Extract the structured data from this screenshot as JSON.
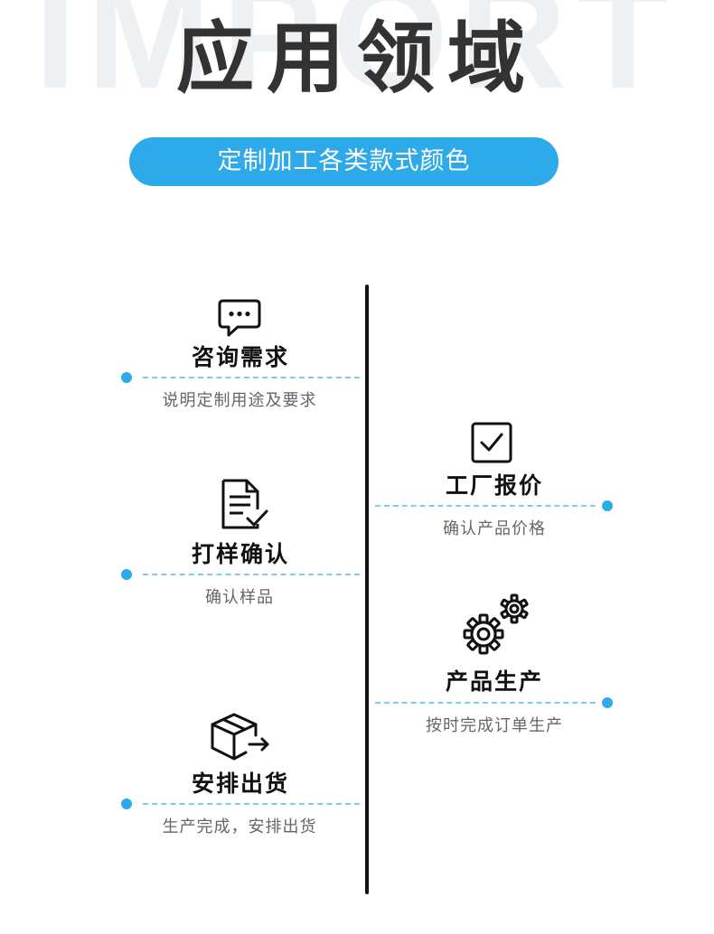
{
  "header": {
    "background_word": "IMPORT",
    "title": "应用领域",
    "subtitle": "定制加工各类款式颜色"
  },
  "colors": {
    "accent": "#2eaaea",
    "dash": "#7fcaf0",
    "title": "#333333",
    "text_dark": "#111111",
    "text_muted": "#666666"
  },
  "steps": [
    {
      "icon": "chat-bubble-icon",
      "title": "咨询需求",
      "desc": "说明定制用途及要求",
      "side": "left"
    },
    {
      "icon": "checkbox-icon",
      "title": "工厂报价",
      "desc": "确认产品价格",
      "side": "right"
    },
    {
      "icon": "document-check-icon",
      "title": "打样确认",
      "desc": "确认样品",
      "side": "left"
    },
    {
      "icon": "gears-icon",
      "title": "产品生产",
      "desc": "按时完成订单生产",
      "side": "right"
    },
    {
      "icon": "box-shipping-icon",
      "title": "安排出货",
      "desc": "生产完成，安排出货",
      "side": "left"
    }
  ]
}
